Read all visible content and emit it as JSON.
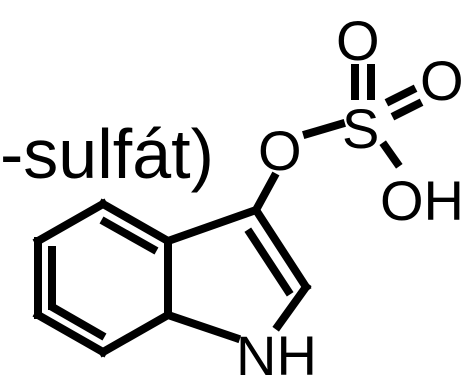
{
  "caption": "-sulfát)",
  "atoms": {
    "o_ester": "O",
    "s": "S",
    "o_top": "O",
    "o_right": "O",
    "oh": "OH",
    "nh": "NH"
  },
  "colors": {
    "ink": "#000000",
    "background": "#ffffff"
  }
}
